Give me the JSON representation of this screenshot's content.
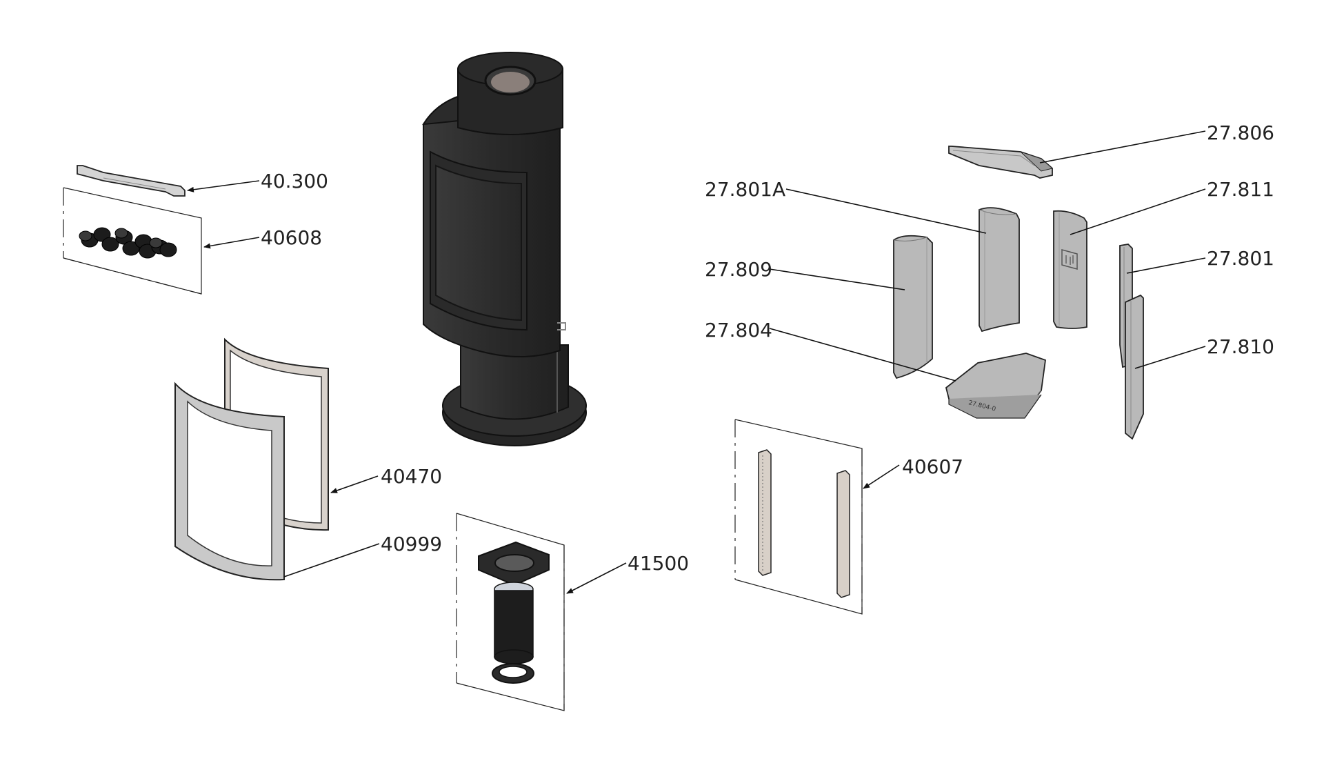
{
  "title": "Exploded parts diagram - swivel wood stove",
  "colors": {
    "stove": "#2e2e2e",
    "stove_dark": "#1c1c1c",
    "stone": "#b9b9b9",
    "stone_edge": "#8a8a8a",
    "frame": "#c9c9c9",
    "line": "#222222"
  },
  "parts": [
    {
      "id": "40300",
      "label": "40.300",
      "part": "deflector plate"
    },
    {
      "id": "40608",
      "label": "40608",
      "part": "bolts and nuts set"
    },
    {
      "id": "40470",
      "label": "40470",
      "part": "glass gasket"
    },
    {
      "id": "40999",
      "label": "40999",
      "part": "curved glass"
    },
    {
      "id": "41500",
      "label": "41500",
      "part": "flue connection kit"
    },
    {
      "id": "27806",
      "label": "27.806",
      "part": "baffle"
    },
    {
      "id": "27801A",
      "label": "27.801A",
      "part": "back stone"
    },
    {
      "id": "27811",
      "label": "27.811",
      "part": "rear stone with logo"
    },
    {
      "id": "27809",
      "label": "27.809",
      "part": "side stone"
    },
    {
      "id": "27801",
      "label": "27.801",
      "part": "narrow stone"
    },
    {
      "id": "27804",
      "label": "27.804",
      "part": "bottom stone"
    },
    {
      "id": "27810",
      "label": "27.810",
      "part": "front side stone"
    },
    {
      "id": "40607",
      "label": "40607",
      "part": "stone holder rails"
    }
  ],
  "bottom_stone_mark": "27.804-0"
}
